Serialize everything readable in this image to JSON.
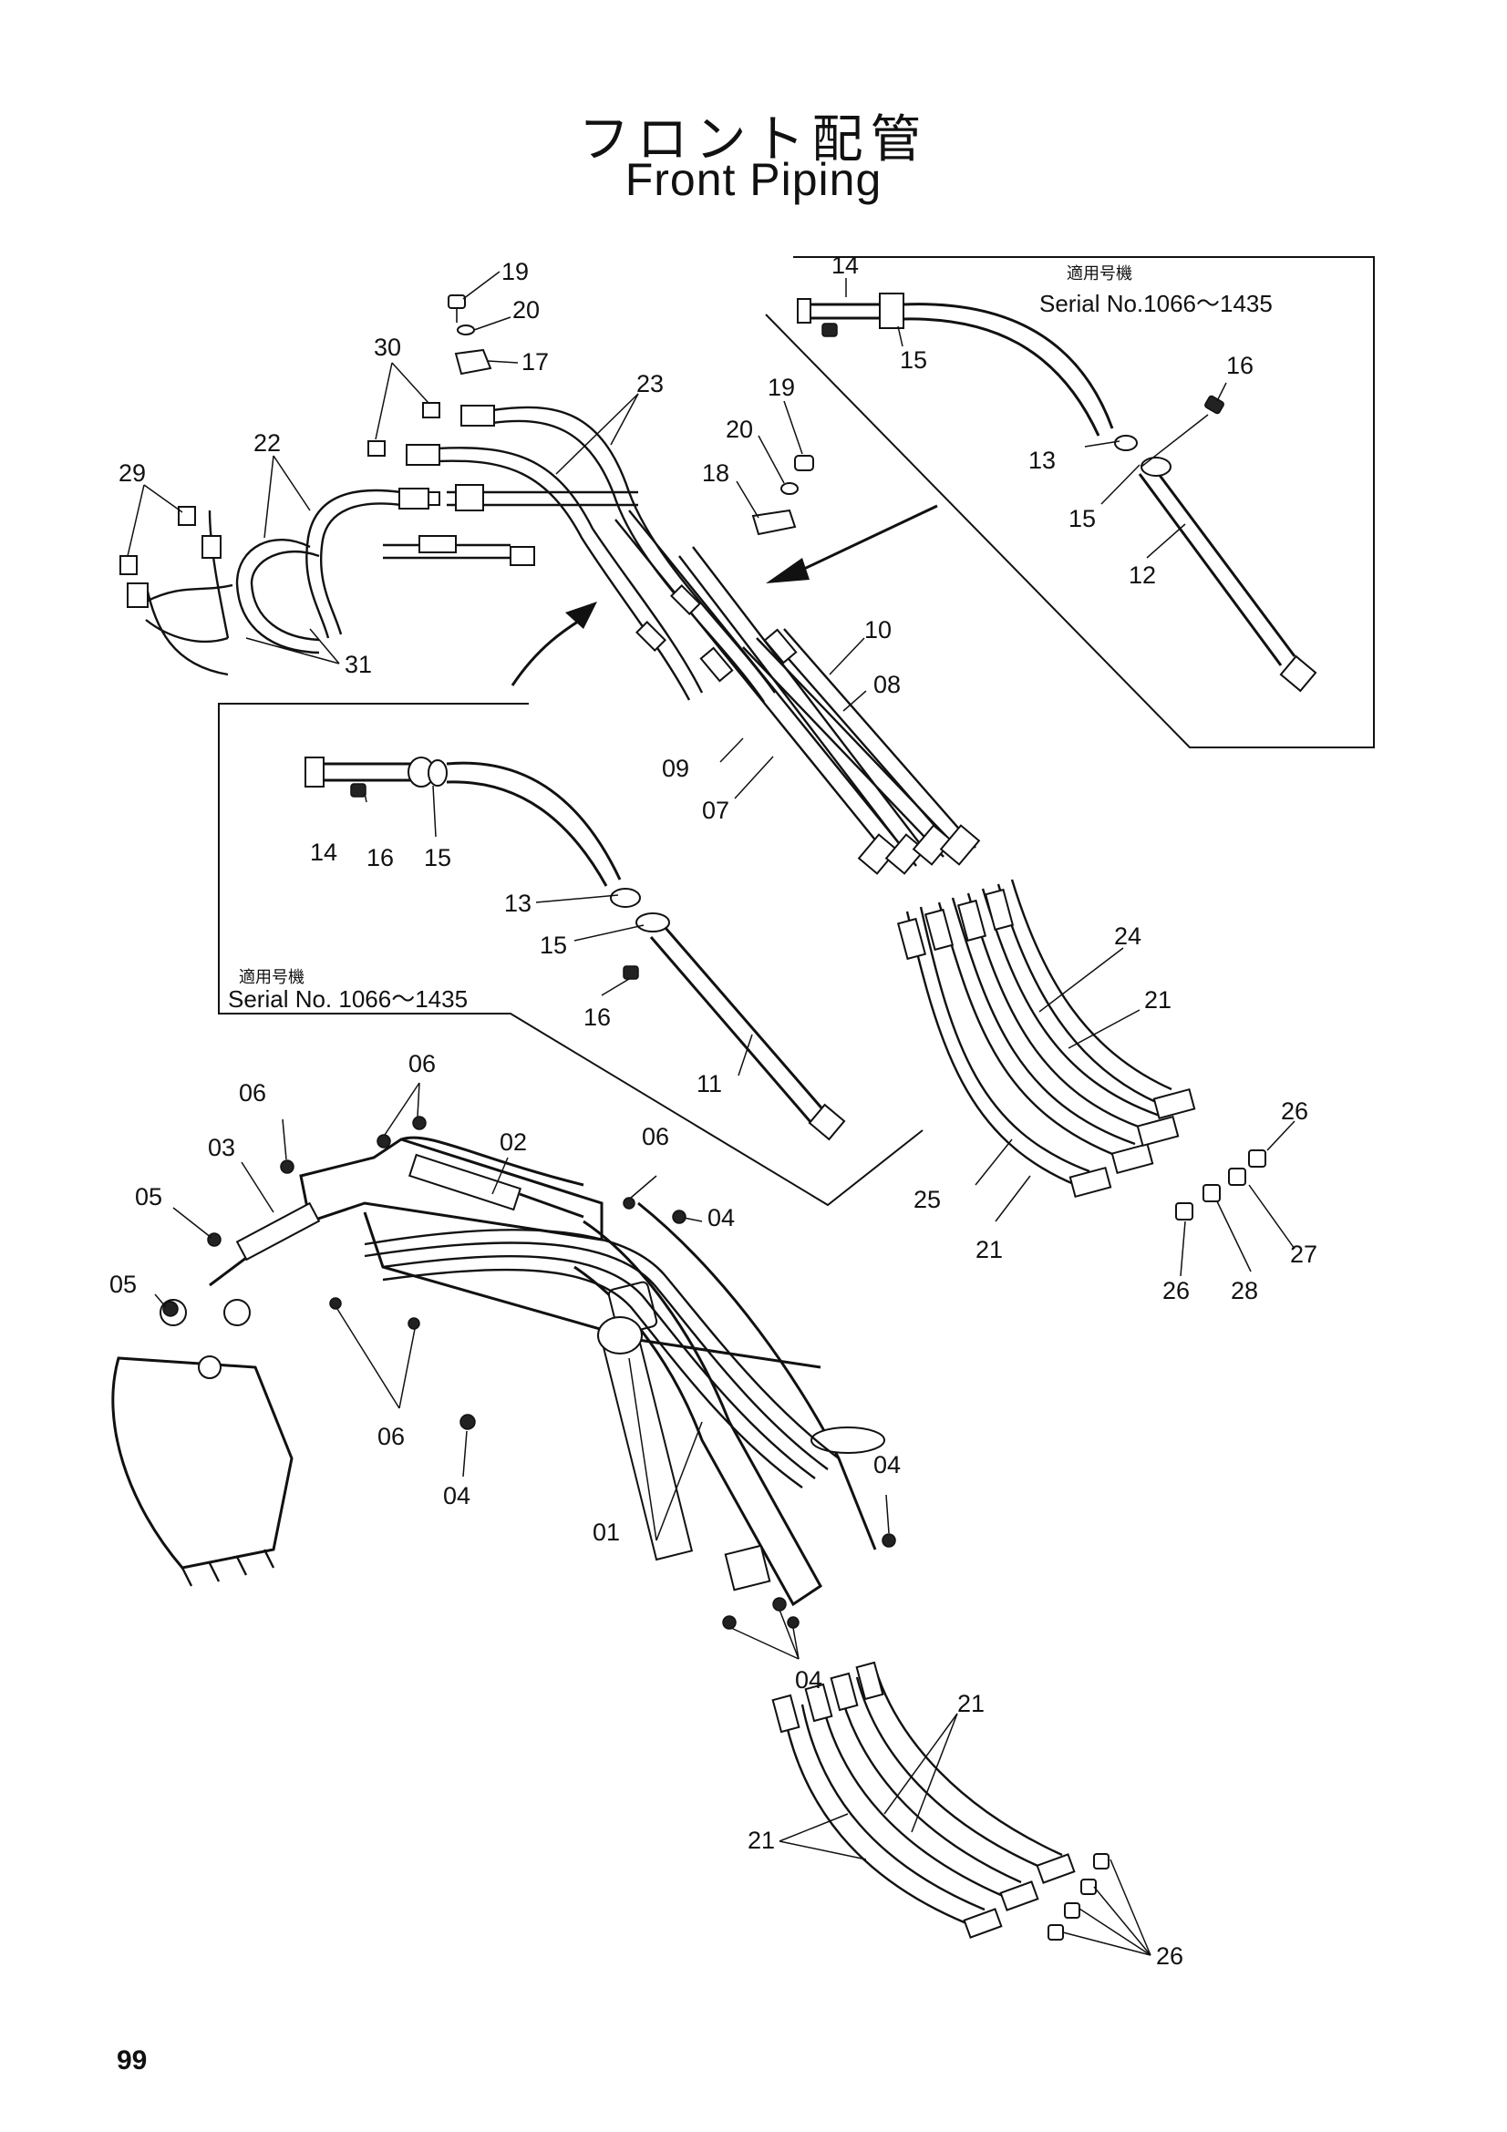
{
  "title": {
    "japanese": "フロント配管",
    "english": "Front Piping"
  },
  "page_number": "99",
  "inset_upper": {
    "note_jp": "適用号機",
    "note_serial": "Serial No.1066～1435"
  },
  "inset_lower": {
    "note_jp": "適用号機",
    "note_serial": "Serial No. 1066～1435"
  },
  "callouts": {
    "c19a": "19",
    "c20a": "20",
    "c17": "17",
    "c30": "30",
    "c23": "23",
    "c22": "22",
    "c29": "29",
    "c31": "31",
    "c19b": "19",
    "c20b": "20",
    "c18": "18",
    "c10": "10",
    "c08": "08",
    "c09": "09",
    "c07": "07",
    "u14": "14",
    "u15a": "15",
    "u16": "16",
    "u13": "13",
    "u15b": "15",
    "u12": "12",
    "l14": "14",
    "l16a": "16",
    "l15a": "15",
    "l13": "13",
    "l15b": "15",
    "l16b": "16",
    "l11": "11",
    "c24": "24",
    "c21a": "21",
    "c26a": "26",
    "c25": "25",
    "c21b": "21",
    "c27": "27",
    "c28": "28",
    "c26b": "26",
    "c06a": "06",
    "c06b": "06",
    "c03": "03",
    "c02": "02",
    "c06c": "06",
    "c04a": "04",
    "c05a": "05",
    "c05b": "05",
    "c06d": "06",
    "c04b": "04",
    "c01": "01",
    "c04c": "04",
    "c04d": "04",
    "c21c": "21",
    "c21d": "21",
    "c26c": "26"
  }
}
